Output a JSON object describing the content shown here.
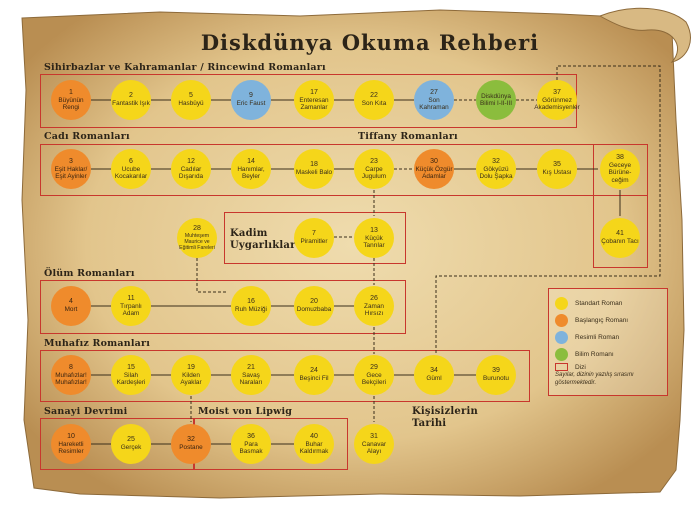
{
  "title": "Diskdünya Okuma Rehberi",
  "sections": {
    "wizards": "Sihirbazlar ve Kahramanlar / Rincewind Romanları",
    "witches": "Cadı Romanları",
    "tiffany": "Tiffany Romanları",
    "ancient": "Kadim Uygarlıklar",
    "death": "Ölüm Romanları",
    "watch": "Muhafız Romanları",
    "industrial": "Sanayi Devrimi",
    "moist": "Moist von Lipwig",
    "individual": "Kişisizlerin Tarihi"
  },
  "colors": {
    "standard": "#f5d61a",
    "start": "#ef8b2c",
    "illustrated": "#7fb3dc",
    "science": "#8bbd3d",
    "series_border": "#c8372d"
  },
  "legend": {
    "standard": "Standart Roman",
    "start": "Başlangıç Romanı",
    "illustrated": "Resimli Roman",
    "science": "Bilim Romanı",
    "series": "Dizi",
    "note": "Sayılar, dizinin yazılış sırasını göstermektedir."
  },
  "books": [
    {
      "id": "b1",
      "num": "1",
      "name": "Büyünün Rengi",
      "type": "start"
    },
    {
      "id": "b2",
      "num": "2",
      "name": "Fantastik Işık",
      "type": "standard"
    },
    {
      "id": "b5",
      "num": "5",
      "name": "Hasbüyü",
      "type": "standard"
    },
    {
      "id": "b9",
      "num": "9",
      "name": "Eric Faust",
      "type": "illustrated"
    },
    {
      "id": "b17",
      "num": "17",
      "name": "Enteresan Zamanlar",
      "type": "standard"
    },
    {
      "id": "b22",
      "num": "22",
      "name": "Son Kıta",
      "type": "standard"
    },
    {
      "id": "b27",
      "num": "27",
      "name": "Son Kahraman",
      "type": "illustrated"
    },
    {
      "id": "bsci",
      "num": "",
      "name": "Diskdünya Bilimi I-II-III",
      "type": "science"
    },
    {
      "id": "b37",
      "num": "37",
      "name": "Görünmez Akademisyenler",
      "type": "standard"
    },
    {
      "id": "b3",
      "num": "3",
      "name": "Eşit Haklar/ Eşit Ayinler",
      "type": "start"
    },
    {
      "id": "b6",
      "num": "6",
      "name": "Ucube Kocakarılar",
      "type": "standard"
    },
    {
      "id": "b12",
      "num": "12",
      "name": "Cadılar Dışarıda",
      "type": "standard"
    },
    {
      "id": "b14",
      "num": "14",
      "name": "Hanımlar, Beyler",
      "type": "standard"
    },
    {
      "id": "b18",
      "num": "18",
      "name": "Maskeli Balo",
      "type": "standard"
    },
    {
      "id": "b23",
      "num": "23",
      "name": "Carpe Jugulum",
      "type": "standard"
    },
    {
      "id": "b30",
      "num": "30",
      "name": "Küçük Özgür Adamlar",
      "type": "start"
    },
    {
      "id": "b32",
      "num": "32",
      "name": "Gökyüzü Dolu Şapka",
      "type": "standard"
    },
    {
      "id": "b35",
      "num": "35",
      "name": "Kış Ustası",
      "type": "standard"
    },
    {
      "id": "b38",
      "num": "38",
      "name": "Geceye Bürüne-ceğim",
      "type": "standard"
    },
    {
      "id": "b41",
      "num": "41",
      "name": "Çobanın Tacı",
      "type": "standard"
    },
    {
      "id": "b28",
      "num": "28",
      "name": "Muhteşem Maurice ve Eğitimli Fareleri",
      "type": "standard"
    },
    {
      "id": "b7",
      "num": "7",
      "name": "Piramitler",
      "type": "standard"
    },
    {
      "id": "b13",
      "num": "13",
      "name": "Küçük Tanrılar",
      "type": "standard"
    },
    {
      "id": "b4",
      "num": "4",
      "name": "Mort",
      "type": "start"
    },
    {
      "id": "b11",
      "num": "11",
      "name": "Tırpanlı Adam",
      "type": "standard"
    },
    {
      "id": "b16",
      "num": "16",
      "name": "Ruh Müziği",
      "type": "standard"
    },
    {
      "id": "b20",
      "num": "20",
      "name": "Domuzbaba",
      "type": "standard"
    },
    {
      "id": "b26",
      "num": "26",
      "name": "Zaman Hırsızı",
      "type": "standard"
    },
    {
      "id": "b8",
      "num": "8",
      "name": "Muhafızlar! Muhafızlar!",
      "type": "start"
    },
    {
      "id": "b15",
      "num": "15",
      "name": "Silah Kardeşleri",
      "type": "standard"
    },
    {
      "id": "b19",
      "num": "19",
      "name": "Kilden Ayaklar",
      "type": "standard"
    },
    {
      "id": "b21",
      "num": "21",
      "name": "Savaş Naraları",
      "type": "standard"
    },
    {
      "id": "b24",
      "num": "24",
      "name": "Beşinci Fil",
      "type": "standard"
    },
    {
      "id": "b29",
      "num": "29",
      "name": "Gece Bekçileri",
      "type": "standard"
    },
    {
      "id": "b34",
      "num": "34",
      "name": "Güml",
      "type": "standard"
    },
    {
      "id": "b39",
      "num": "39",
      "name": "Burunotu",
      "type": "standard"
    },
    {
      "id": "b10",
      "num": "10",
      "name": "Hareketli Resimler",
      "type": "start"
    },
    {
      "id": "b25",
      "num": "25",
      "name": "Gerçek",
      "type": "standard"
    },
    {
      "id": "b33",
      "num": "32",
      "name": "Postane",
      "type": "start"
    },
    {
      "id": "b36",
      "num": "36",
      "name": "Para Basmak",
      "type": "standard"
    },
    {
      "id": "b40",
      "num": "40",
      "name": "Buhar Kaldırmak",
      "type": "standard"
    },
    {
      "id": "b31",
      "num": "31",
      "name": "Canavar Alayı",
      "type": "standard"
    }
  ]
}
